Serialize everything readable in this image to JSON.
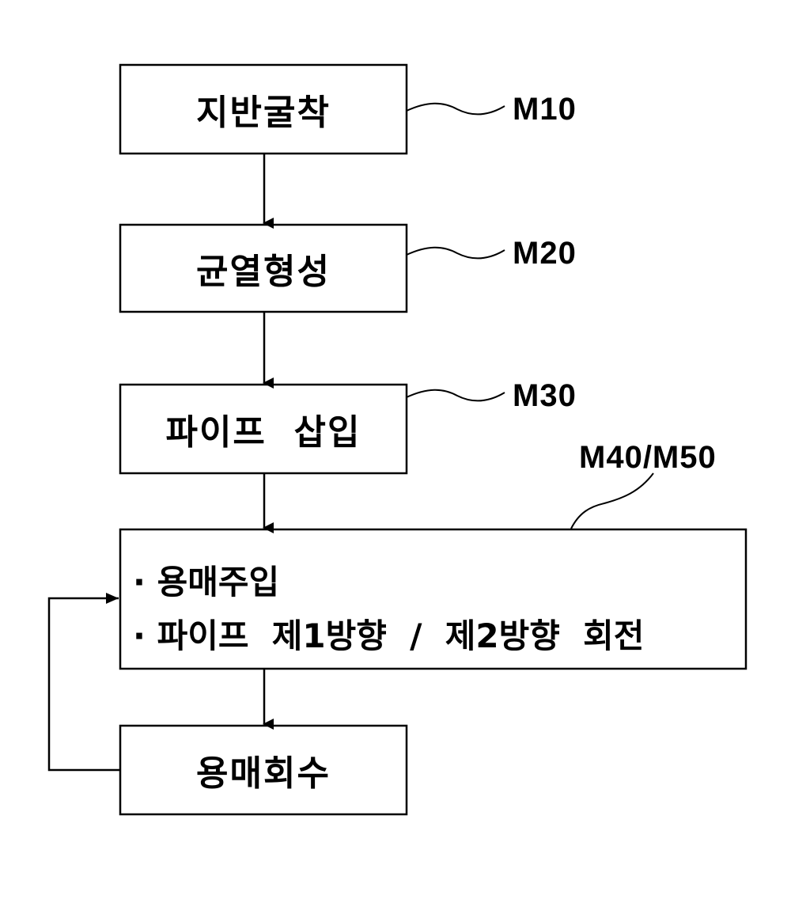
{
  "steps": [
    {
      "id": "M10",
      "label": "지반굴착",
      "ref": "M10"
    },
    {
      "id": "M20",
      "label": "균열형성",
      "ref": "M20"
    },
    {
      "id": "M30",
      "label": "파이프  삽입",
      "ref": "M30"
    },
    {
      "id": "M40_M50",
      "ref": "M40/M50",
      "items": [
        "· 용매주입",
        "· 파이프  제1방향  /  제2방향  회전"
      ]
    },
    {
      "id": "recover",
      "label": "용매회수"
    }
  ]
}
